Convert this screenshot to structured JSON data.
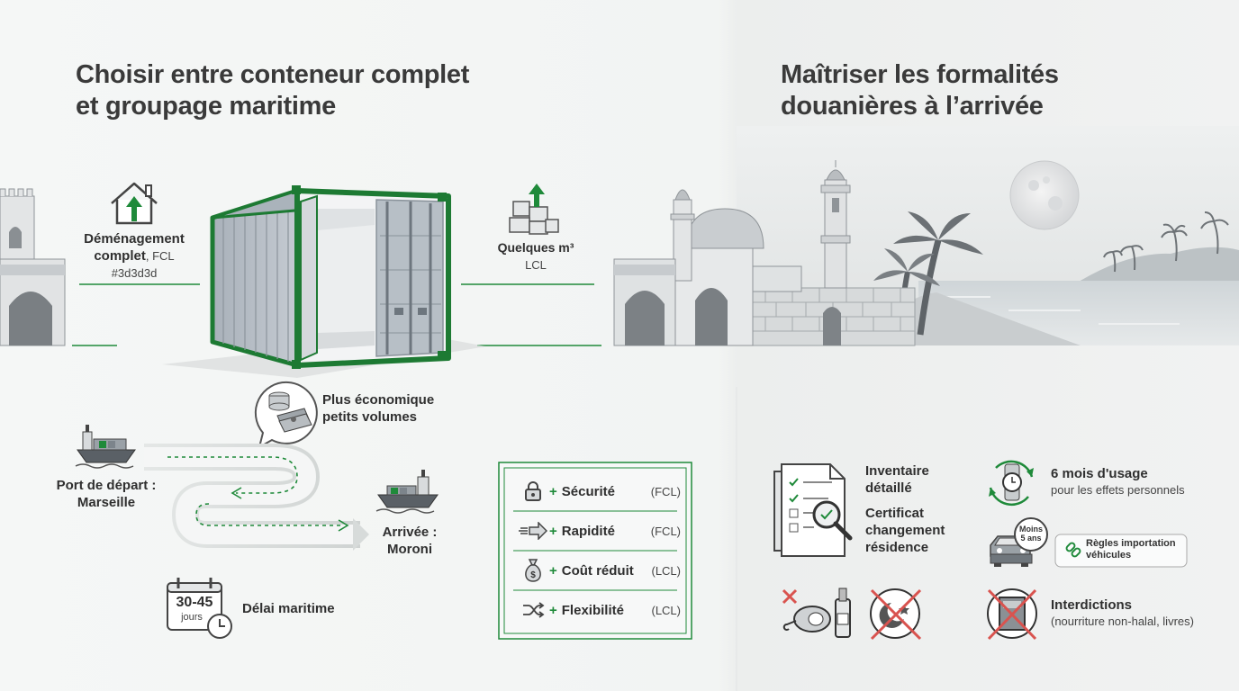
{
  "left": {
    "title_line1": "Choisir entre conteneur complet",
    "title_line2": "et groupage maritime",
    "fcl_label_line1": "Déménagement",
    "fcl_label_line2": "complet",
    "fcl_tag": "FCL",
    "fcl_color_code": "#3d3d3d",
    "lcl_label": "Quelques m³",
    "lcl_tag": "LCL",
    "eco_line1": "Plus économique",
    "eco_line2": "petits volumes",
    "departure_line1": "Port de départ :",
    "departure_line2": "Marseille",
    "arrival_line1": "Arrivée :",
    "arrival_line2": "Moroni",
    "calendar_days": "30-45",
    "calendar_unit": "jours",
    "delay_label": "Délai maritime",
    "advantages": [
      {
        "icon": "lock-icon",
        "label": "Sécurité",
        "tag": "(FCL)"
      },
      {
        "icon": "fast-arrow-icon",
        "label": "Rapidité",
        "tag": "(FCL)"
      },
      {
        "icon": "money-bag-icon",
        "label": "Coût réduit",
        "tag": "(LCL)"
      },
      {
        "icon": "shuffle-icon",
        "label": "Flexibilité",
        "tag": "(LCL)"
      }
    ],
    "advantage_plus": "+"
  },
  "right": {
    "title_line1": "Maîtriser les formalités",
    "title_line2": "douanières à l’arrivée",
    "inventory_line1": "Inventaire",
    "inventory_line2": "détaillé",
    "certificate_line1": "Certificat",
    "certificate_line2": "changement",
    "certificate_line3": "résidence",
    "usage_title": "6 mois d'usage",
    "usage_sub": "pour les effets personnels",
    "car_badge_line1": "Moins",
    "car_badge_line2": "5 ans",
    "vehicle_rules_line1": "Règles importation",
    "vehicle_rules_line2": "véhicules",
    "prohibitions_title": "Interdictions",
    "prohibitions_sub": "(nourriture non-halal, livres)"
  },
  "colors": {
    "accent_green": "#1f8a3a",
    "prohibition_red": "#d9534f",
    "text": "#3d3d3d"
  }
}
